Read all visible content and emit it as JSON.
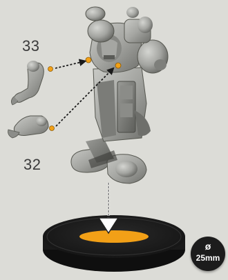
{
  "labels": {
    "part_a": "33",
    "part_b": "32"
  },
  "base": {
    "symbol": "ø",
    "size": "25mm"
  },
  "colors": {
    "background": "#dcdcd7",
    "plastic_grey": "#a9aaa6",
    "base_black": "#1e1e1e",
    "glue_marker": "#f2a017"
  }
}
